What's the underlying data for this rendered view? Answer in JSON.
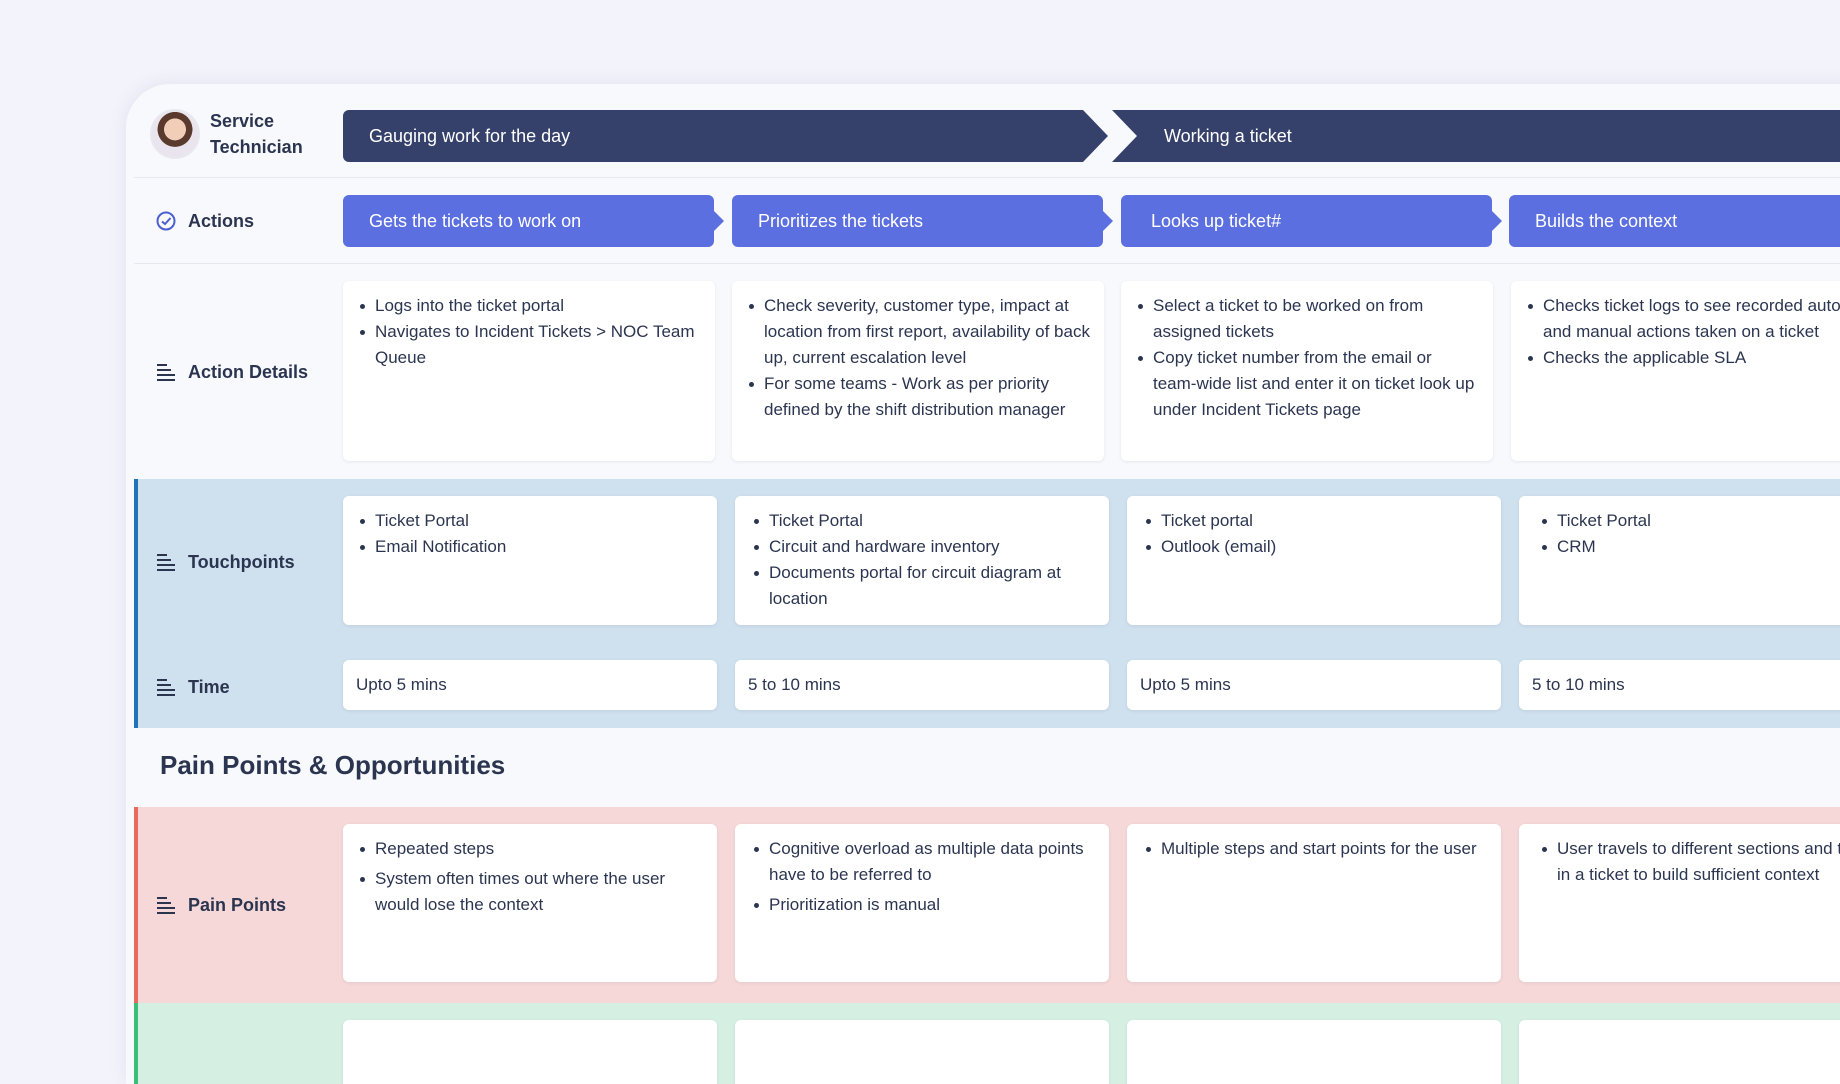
{
  "persona": {
    "name_line1": "Service",
    "name_line2": "Technician"
  },
  "stages": [
    "Gauging work for the day",
    "Working a ticket"
  ],
  "rows": {
    "actions": "Actions",
    "action_details": "Action Details",
    "touchpoints": "Touchpoints",
    "time": "Time",
    "pain_points": "Pain Points"
  },
  "actions": [
    "Gets the tickets to work on",
    "Prioritizes the tickets",
    "Looks up ticket#",
    "Builds the context"
  ],
  "action_details": [
    [
      "Logs into the ticket portal",
      "Navigates to Incident Tickets > NOC Team Queue"
    ],
    [
      "Check severity, customer type, impact at location from first report, availability of back up, current escalation level",
      "For some teams - Work as per priority defined by the shift distribution manager"
    ],
    [
      "Select a ticket to be worked on from assigned tickets",
      "Copy ticket number from the email or team-wide list and enter it on ticket look up under Incident Tickets page"
    ],
    [
      "Checks ticket logs to see recorded automatic and manual actions taken on a ticket",
      "Checks the applicable SLA"
    ]
  ],
  "touchpoints": [
    [
      "Ticket Portal",
      "Email Notification"
    ],
    [
      "Ticket Portal",
      "Circuit and hardware inventory",
      "Documents portal for circuit diagram at location"
    ],
    [
      "Ticket portal",
      "Outlook (email)"
    ],
    [
      "Ticket Portal",
      "CRM"
    ]
  ],
  "time": [
    "Upto 5 mins",
    "5 to 10 mins",
    "Upto 5 mins",
    "5 to 10 mins"
  ],
  "section_title": "Pain Points & Opportunities",
  "pain_points": [
    [
      "Repeated steps",
      "System often times out where the user would lose the context"
    ],
    [
      "Cognitive overload as multiple data points have to be referred to",
      "Prioritization is manual"
    ],
    [
      "Multiple steps and start points for the user"
    ],
    [
      "User travels to different sections and tabs with in a ticket to build sufficient context"
    ]
  ],
  "colors": {
    "stage": "#35416b",
    "action": "#5b6fe0",
    "touchpoints_band": "#cfe0ee",
    "pain_band": "#f6d8d8",
    "opportunities_band": "#d5efe3"
  }
}
